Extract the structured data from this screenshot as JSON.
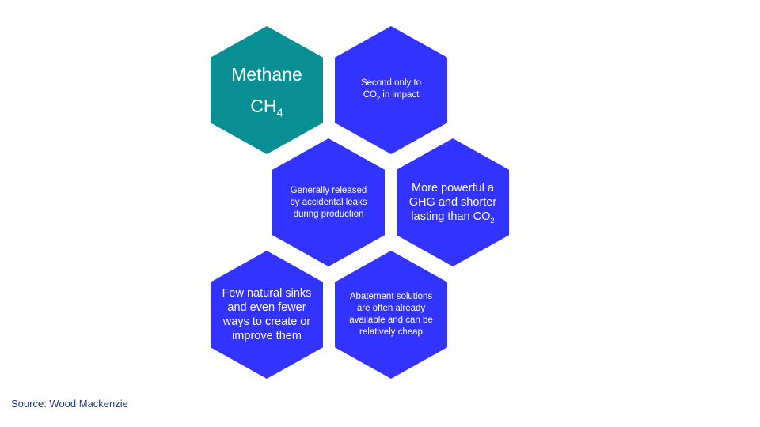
{
  "title": {
    "line1": "Methane",
    "formula_pre": "CH",
    "formula_sub": "4"
  },
  "cells": [
    {
      "pre": "Second only to CO",
      "sub": "2",
      "post": " in impact"
    },
    {
      "pre": "Generally released by accidental leaks during production",
      "sub": "",
      "post": ""
    },
    {
      "pre": "More powerful a GHG and shorter lasting than CO",
      "sub": "2",
      "post": ""
    },
    {
      "pre": "Few natural sinks and even fewer ways to create or improve them",
      "sub": "",
      "post": ""
    },
    {
      "pre": "Abatement solutions are often already available and can be relatively cheap",
      "sub": "",
      "post": ""
    }
  ],
  "source": "Source: Wood Mackenzie",
  "colors": {
    "teal": "#088f93",
    "blue": "#3333ff"
  }
}
